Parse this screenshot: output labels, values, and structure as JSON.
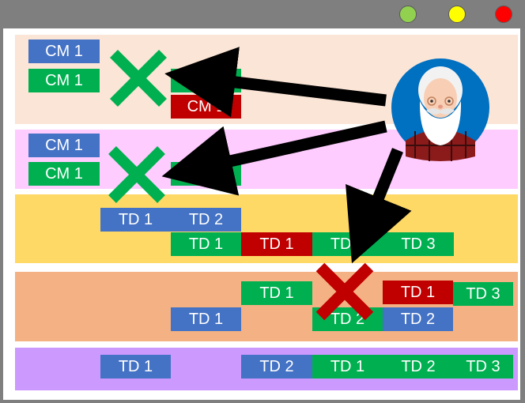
{
  "window_controls": {
    "colors": [
      "#92d050",
      "#ffff00",
      "#ff0000"
    ]
  },
  "bands": {
    "colors": [
      "#fbe5d6",
      "#ffccff",
      "#ffd966",
      "#f4b183",
      "#cc99ff"
    ]
  },
  "boxes": {
    "r1": [
      "CM 1",
      "CM 1",
      "CM 2",
      "CM 1"
    ],
    "r2": [
      "CM 1",
      "CM 1",
      "CM 2"
    ],
    "r3": [
      "TD 1",
      "TD 2",
      "TD 1",
      "TD 1",
      "TD 2",
      "TD 3"
    ],
    "r4": [
      "TD 1",
      "TD 1",
      "TD 2",
      "TD 1",
      "TD 2",
      "TD 3"
    ],
    "r5": [
      "TD 1",
      "TD 2",
      "TD 1",
      "TD 2",
      "TD 3"
    ]
  },
  "icons": [
    "green-x-mark-icon",
    "green-x-mark-icon",
    "red-x-mark-icon",
    "santa-avatar-icon",
    "arrow-icon"
  ]
}
